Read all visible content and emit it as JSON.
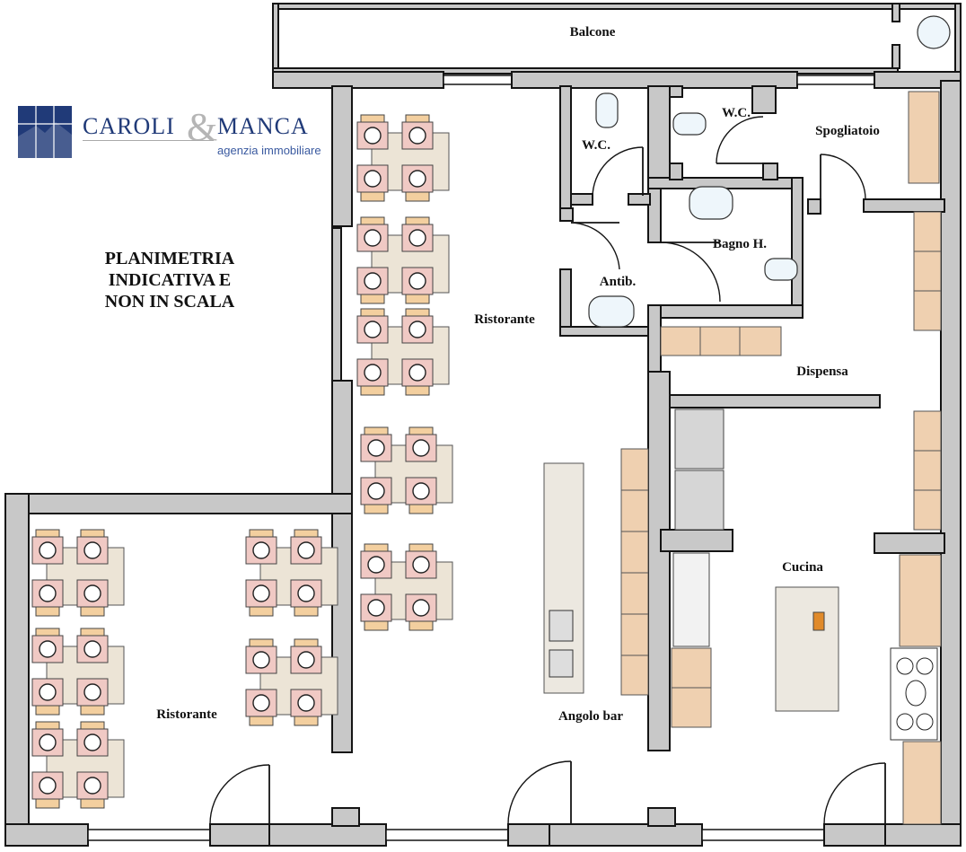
{
  "logo": {
    "name_left": "CAROLI",
    "ampersand": "&",
    "name_right": "MANCA",
    "subtitle": "agenzia immobiliare",
    "brand_color": "#203a78"
  },
  "note": {
    "line1": "PLANIMETRIA",
    "line2": "INDICATIVA E",
    "line3": "NON IN SCALA"
  },
  "rooms": {
    "balcone": "Balcone",
    "wc_left": "W.C.",
    "wc_right": "W.C.",
    "spogliatoio": "Spogliatoio",
    "antib": "Antib.",
    "bagno": "Bagno H.",
    "ristorante_main": "Ristorante",
    "ristorante_lower": "Ristorante",
    "dispensa": "Dispensa",
    "cucina": "Cucina",
    "angolo_bar": "Angolo bar"
  },
  "colors": {
    "wall": "#c8c8c8",
    "table": "#ece4d6",
    "chair_seat": "#f0c9c4",
    "chair_back": "#f3cf9f",
    "cabinet": "#efd0b0"
  }
}
